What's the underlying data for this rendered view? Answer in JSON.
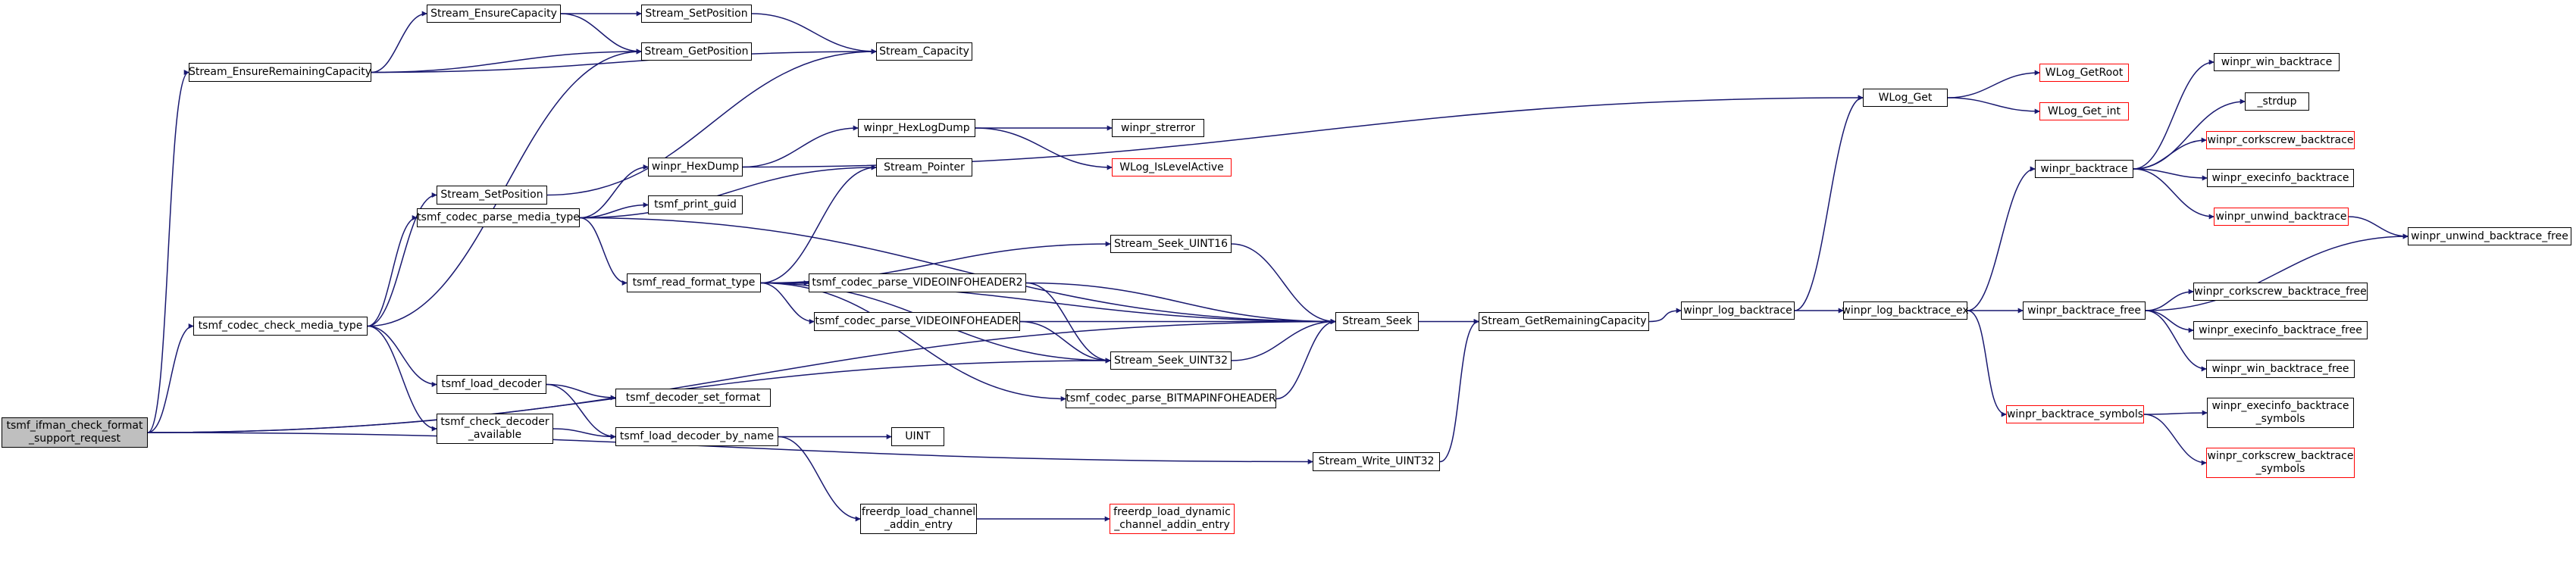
{
  "colors": {
    "edge": "#191970",
    "node_border": "#000000",
    "external_border": "#ff0000",
    "root_fill": "#bfbfbf",
    "background": "#ffffff"
  },
  "nodes": {
    "root": "tsmf_ifman_check_format\n_support_request",
    "ensure_remaining": "Stream_EnsureRemainingCapacity",
    "ensure_capacity": "Stream_EnsureCapacity",
    "setpos_top": "Stream_SetPosition",
    "getpos": "Stream_GetPosition",
    "capacity": "Stream_Capacity",
    "setpos_mid": "Stream_SetPosition",
    "check_media": "tsmf_codec_check_media_type",
    "parse_media": "tsmf_codec_parse_media_type",
    "hexdump": "winpr_HexDump",
    "hexlogdump": "winpr_HexLogDump",
    "strerror": "winpr_strerror",
    "islevelactive": "WLog_IsLevelActive",
    "pointer": "Stream_Pointer",
    "print_guid": "tsmf_print_guid",
    "read_format": "tsmf_read_format_type",
    "seek_u16": "Stream_Seek_UINT16",
    "vih2": "tsmf_codec_parse_VIDEOINFOHEADER2",
    "vih": "tsmf_codec_parse_VIDEOINFOHEADER",
    "seek_u32": "Stream_Seek_UINT32",
    "bmih": "tsmf_codec_parse_BITMAPINFOHEADER",
    "seek": "Stream_Seek",
    "load_decoder": "tsmf_load_decoder",
    "set_format": "tsmf_decoder_set_format",
    "check_decoder": "tsmf_check_decoder\n_available",
    "load_by_name": "tsmf_load_decoder_by_name",
    "uint": "UINT",
    "load_channel": "freerdp_load_channel\n_addin_entry",
    "load_dynamic": "freerdp_load_dynamic\n_channel_addin_entry",
    "write_u32": "Stream_Write_UINT32",
    "get_remaining": "Stream_GetRemainingCapacity",
    "log_backtrace": "winpr_log_backtrace",
    "log_backtrace_ex": "winpr_log_backtrace_ex",
    "wlog_get": "WLog_Get",
    "wlog_getroot": "WLog_GetRoot",
    "wlog_getint": "WLog_Get_int",
    "backtrace": "winpr_backtrace",
    "win_backtrace": "winpr_win_backtrace",
    "strdup": "_strdup",
    "corkscrew_backtrace": "winpr_corkscrew_backtrace",
    "execinfo_backtrace": "winpr_execinfo_backtrace",
    "unwind_backtrace": "winpr_unwind_backtrace",
    "unwind_free": "winpr_unwind_backtrace_free",
    "backtrace_free": "winpr_backtrace_free",
    "corkscrew_free": "winpr_corkscrew_backtrace_free",
    "execinfo_free": "winpr_execinfo_backtrace_free",
    "win_free": "winpr_win_backtrace_free",
    "backtrace_symbols": "winpr_backtrace_symbols",
    "execinfo_symbols": "winpr_execinfo_backtrace\n_symbols",
    "corkscrew_symbols": "winpr_corkscrew_backtrace\n_symbols"
  }
}
